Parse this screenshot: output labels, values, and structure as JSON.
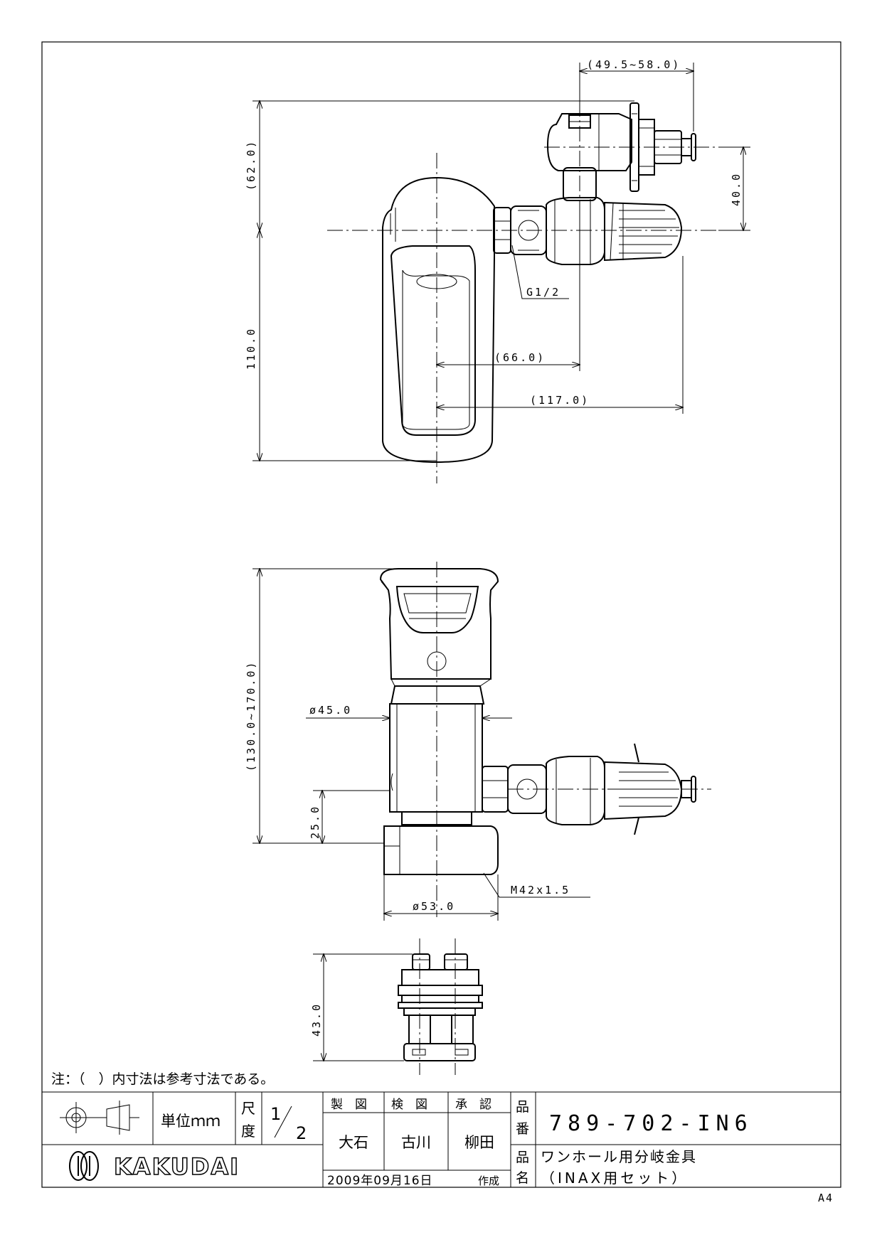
{
  "note": "注：（　）内寸法は参考寸法である。",
  "dimensions": {
    "top_view": {
      "offset_range": "(49.5~58.0)",
      "height_upper": "(62.0)",
      "height_lower": "110.0",
      "branch_height": "40.0",
      "thread": "G1/2",
      "reach_short": "(66.0)",
      "reach_long": "(117.0)"
    },
    "side_view": {
      "total_height": "(130.0~170.0)",
      "body_diameter": "ø45.0",
      "base_height": "25.0",
      "base_thread": "M42x1.5",
      "base_diameter": "ø53.0"
    },
    "bottom_view": {
      "height": "43.0"
    }
  },
  "title_block": {
    "unit_label": "単位ｍｍ",
    "scale_label_1": "尺",
    "scale_label_2": "度",
    "scale_num": "1",
    "scale_den": "2",
    "drawn_header": "製　図",
    "checked_header": "検　図",
    "approved_header": "承　認",
    "drawn_by": "大石",
    "checked_by": "古川",
    "approved_by": "柳田",
    "part_no_label_1": "品",
    "part_no_label_2": "番",
    "part_no": "789-702-IN6",
    "part_name_label_1": "品",
    "part_name_label_2": "名",
    "part_name_line1": "ワンホール用分岐金具",
    "part_name_line2": "（INAX用セット）",
    "date": "2009年09月16日",
    "created": "作成",
    "brand": "KAKUDAI"
  },
  "paper_size": "A4"
}
